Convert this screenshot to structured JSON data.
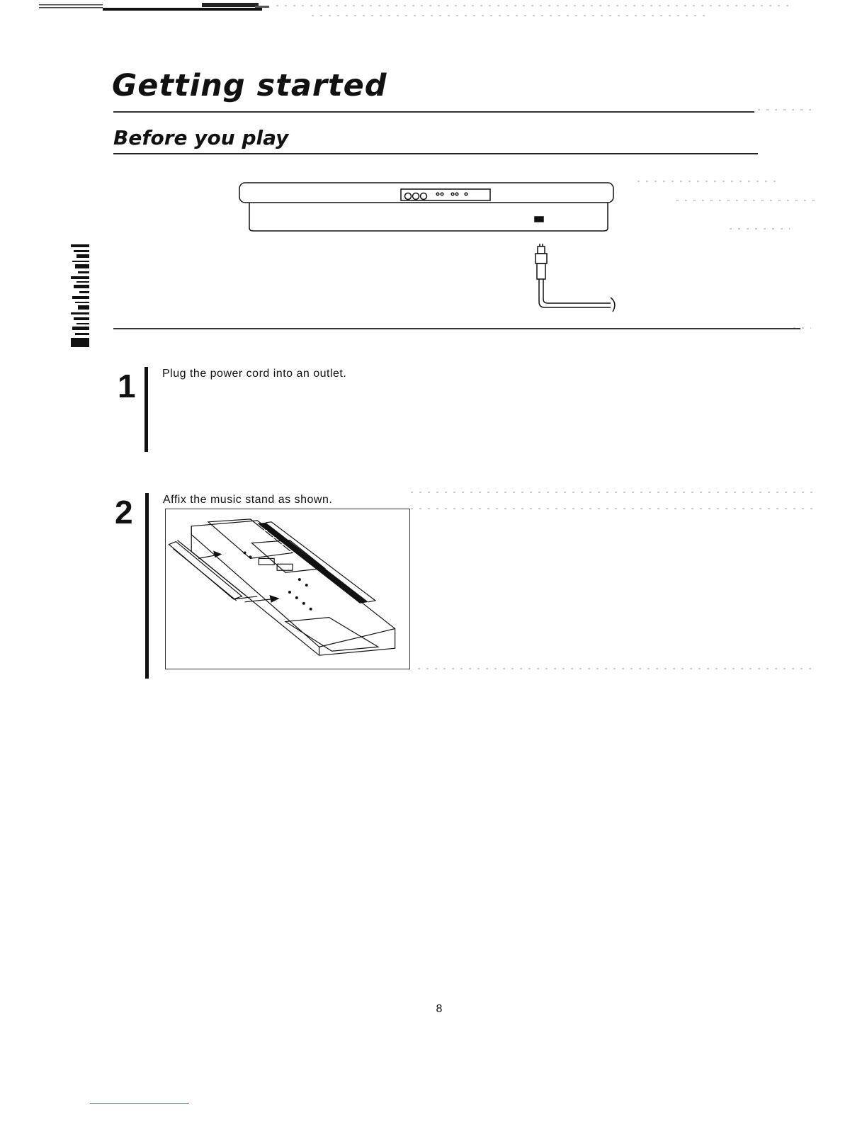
{
  "page_title": "Getting started",
  "section_title": "Before you play",
  "steps": [
    {
      "number": "1",
      "text": "Plug the power cord into an outlet."
    },
    {
      "number": "2",
      "text": "Affix the music stand as shown."
    }
  ],
  "page_number": "8",
  "figures": {
    "power_cord": "keyboard-rear-power-cord-illustration",
    "music_stand": "music-stand-attachment-illustration"
  },
  "colors": {
    "ink": "#111111",
    "paper": "#ffffff",
    "bottom_mark": "#4a6fb5"
  }
}
